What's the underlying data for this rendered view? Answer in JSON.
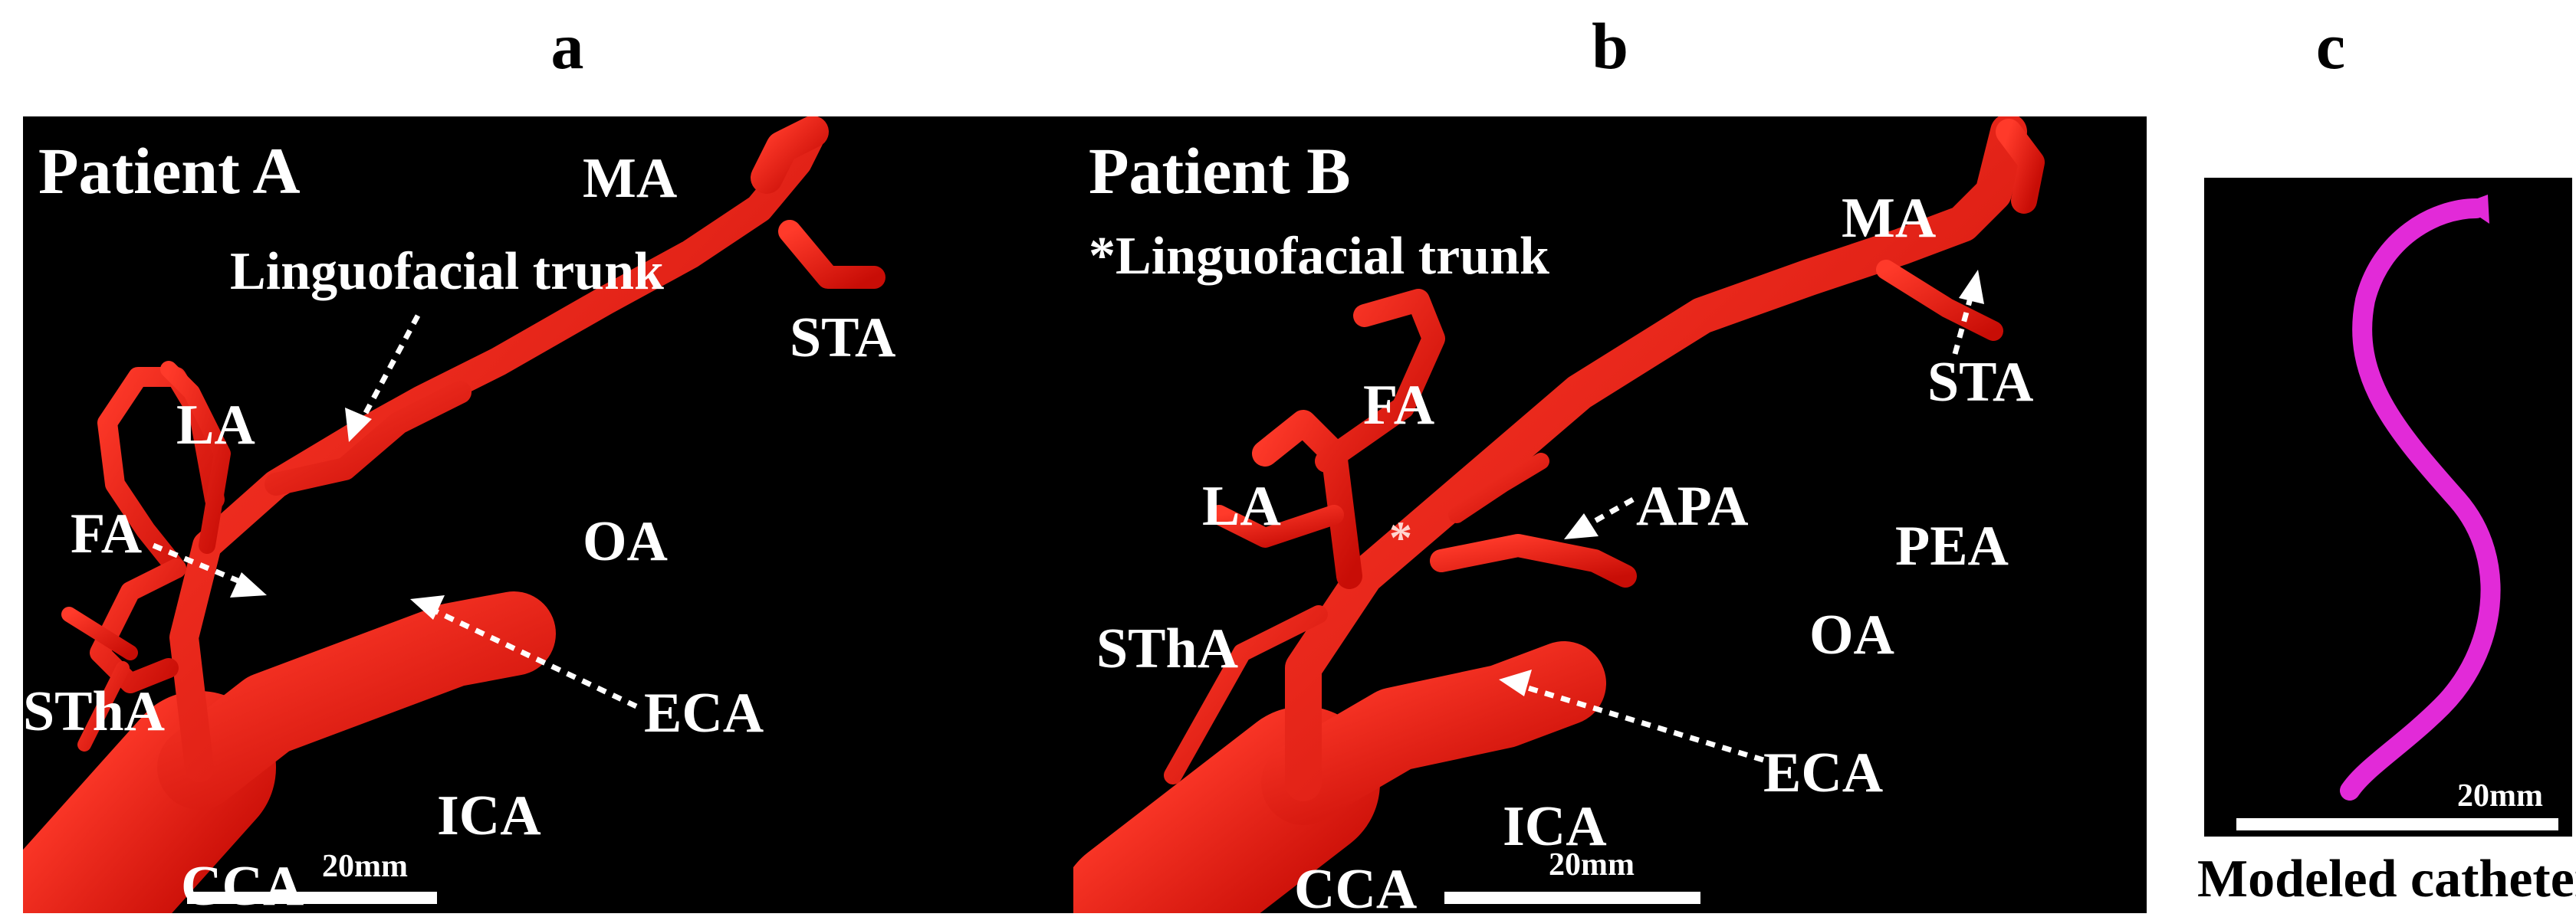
{
  "panel_labels": [
    "a",
    "b",
    "c"
  ],
  "panel_a": {
    "patient": "Patient A",
    "labels": {
      "ma": "MA",
      "sta": "STA",
      "trunk": "Linguofacial trunk",
      "la": "LA",
      "fa": "FA",
      "oa": "OA",
      "stha": "SThA",
      "eca": "ECA",
      "ica": "ICA",
      "cca": "CCA"
    },
    "scale": "20mm"
  },
  "panel_b": {
    "patient": "Patient B",
    "note": "*Linguofacial trunk",
    "labels": {
      "ma": "MA",
      "sta": "STA",
      "fa": "FA",
      "la": "LA",
      "apa": "APA",
      "pea": "PEA",
      "oa": "OA",
      "stha": "SThA",
      "eca": "ECA",
      "ica": "ICA",
      "cca": "CCA",
      "star": "*"
    },
    "scale": "20mm"
  },
  "panel_c": {
    "scale": "20mm",
    "caption": "Modeled catheter"
  },
  "colors": {
    "vessel": "#e8180e",
    "catheter": "#e22ad8",
    "background": "#000000"
  }
}
